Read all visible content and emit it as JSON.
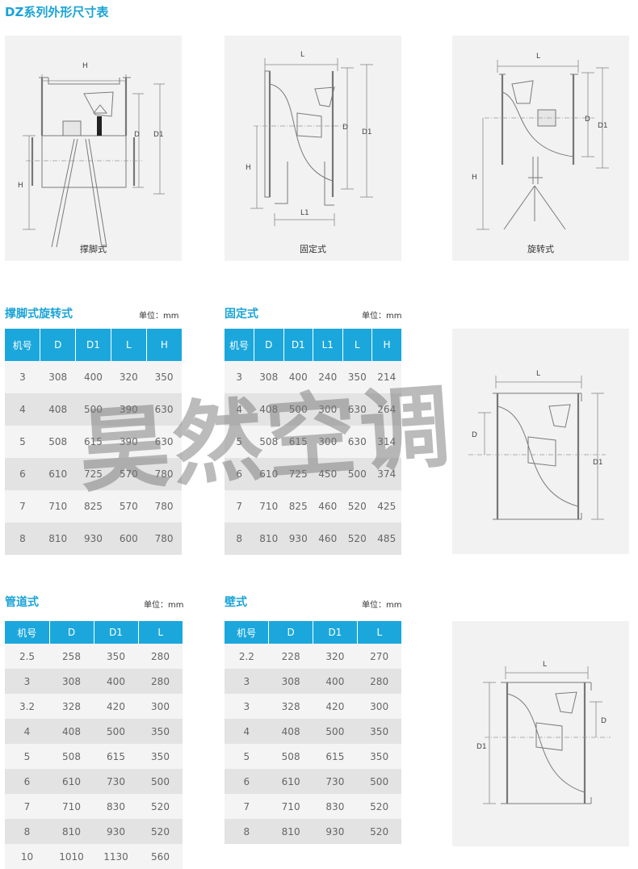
{
  "page_title": "DZ系列外形尺寸表",
  "figures": {
    "f1": {
      "caption": "撑脚式",
      "labels": {
        "h_top": "H",
        "d": "D",
        "d1": "D1",
        "h_side": "H"
      }
    },
    "f2": {
      "caption": "固定式",
      "labels": {
        "l": "L",
        "d": "D",
        "d1": "D1",
        "h": "H",
        "l1": "L1"
      }
    },
    "f3": {
      "caption": "旋转式",
      "labels": {
        "l": "L",
        "d": "D",
        "d1": "D1",
        "h": "H"
      }
    },
    "f4": {
      "labels": {
        "l": "L",
        "d": "D",
        "d1": "D1"
      }
    },
    "f5": {
      "labels": {
        "l": "L",
        "d": "D",
        "d1": "D1"
      }
    }
  },
  "watermark": "昊然空调",
  "tables": {
    "t1": {
      "title": "撑脚式旋转式",
      "unit": "单位：mm",
      "headers": [
        "机号",
        "D",
        "D1",
        "L",
        "H"
      ],
      "rows": [
        [
          "3",
          "308",
          "400",
          "320",
          "350"
        ],
        [
          "4",
          "408",
          "500",
          "390",
          "630"
        ],
        [
          "5",
          "508",
          "615",
          "390",
          "630"
        ],
        [
          "6",
          "610",
          "725",
          "570",
          "780"
        ],
        [
          "7",
          "710",
          "825",
          "570",
          "780"
        ],
        [
          "8",
          "810",
          "930",
          "600",
          "780"
        ]
      ]
    },
    "t2": {
      "title": "固定式",
      "unit": "单位：mm",
      "headers": [
        "机号",
        "D",
        "D1",
        "L1",
        "L",
        "H"
      ],
      "rows": [
        [
          "3",
          "308",
          "400",
          "240",
          "350",
          "214"
        ],
        [
          "4",
          "408",
          "500",
          "300",
          "630",
          "264"
        ],
        [
          "5",
          "508",
          "615",
          "300",
          "630",
          "314"
        ],
        [
          "6",
          "610",
          "725",
          "450",
          "500",
          "374"
        ],
        [
          "7",
          "710",
          "825",
          "460",
          "520",
          "425"
        ],
        [
          "8",
          "810",
          "930",
          "460",
          "520",
          "485"
        ]
      ]
    },
    "t3": {
      "title": "管道式",
      "unit": "单位：mm",
      "headers": [
        "机号",
        "D",
        "D1",
        "L"
      ],
      "rows": [
        [
          "2.5",
          "258",
          "350",
          "280"
        ],
        [
          "3",
          "308",
          "400",
          "280"
        ],
        [
          "3.2",
          "328",
          "420",
          "300"
        ],
        [
          "4",
          "408",
          "500",
          "350"
        ],
        [
          "5",
          "508",
          "615",
          "350"
        ],
        [
          "6",
          "610",
          "730",
          "500"
        ],
        [
          "7",
          "710",
          "830",
          "520"
        ],
        [
          "8",
          "810",
          "930",
          "520"
        ],
        [
          "10",
          "1010",
          "1130",
          "560"
        ]
      ]
    },
    "t4": {
      "title": "壁式",
      "unit": "单位：mm",
      "headers": [
        "机号",
        "D",
        "D1",
        "L"
      ],
      "rows": [
        [
          "2.2",
          "228",
          "320",
          "270"
        ],
        [
          "3",
          "308",
          "400",
          "280"
        ],
        [
          "3",
          "328",
          "420",
          "300"
        ],
        [
          "4",
          "408",
          "500",
          "350"
        ],
        [
          "5",
          "508",
          "615",
          "350"
        ],
        [
          "6",
          "610",
          "730",
          "500"
        ],
        [
          "7",
          "710",
          "830",
          "520"
        ],
        [
          "8",
          "810",
          "930",
          "520"
        ]
      ]
    }
  }
}
